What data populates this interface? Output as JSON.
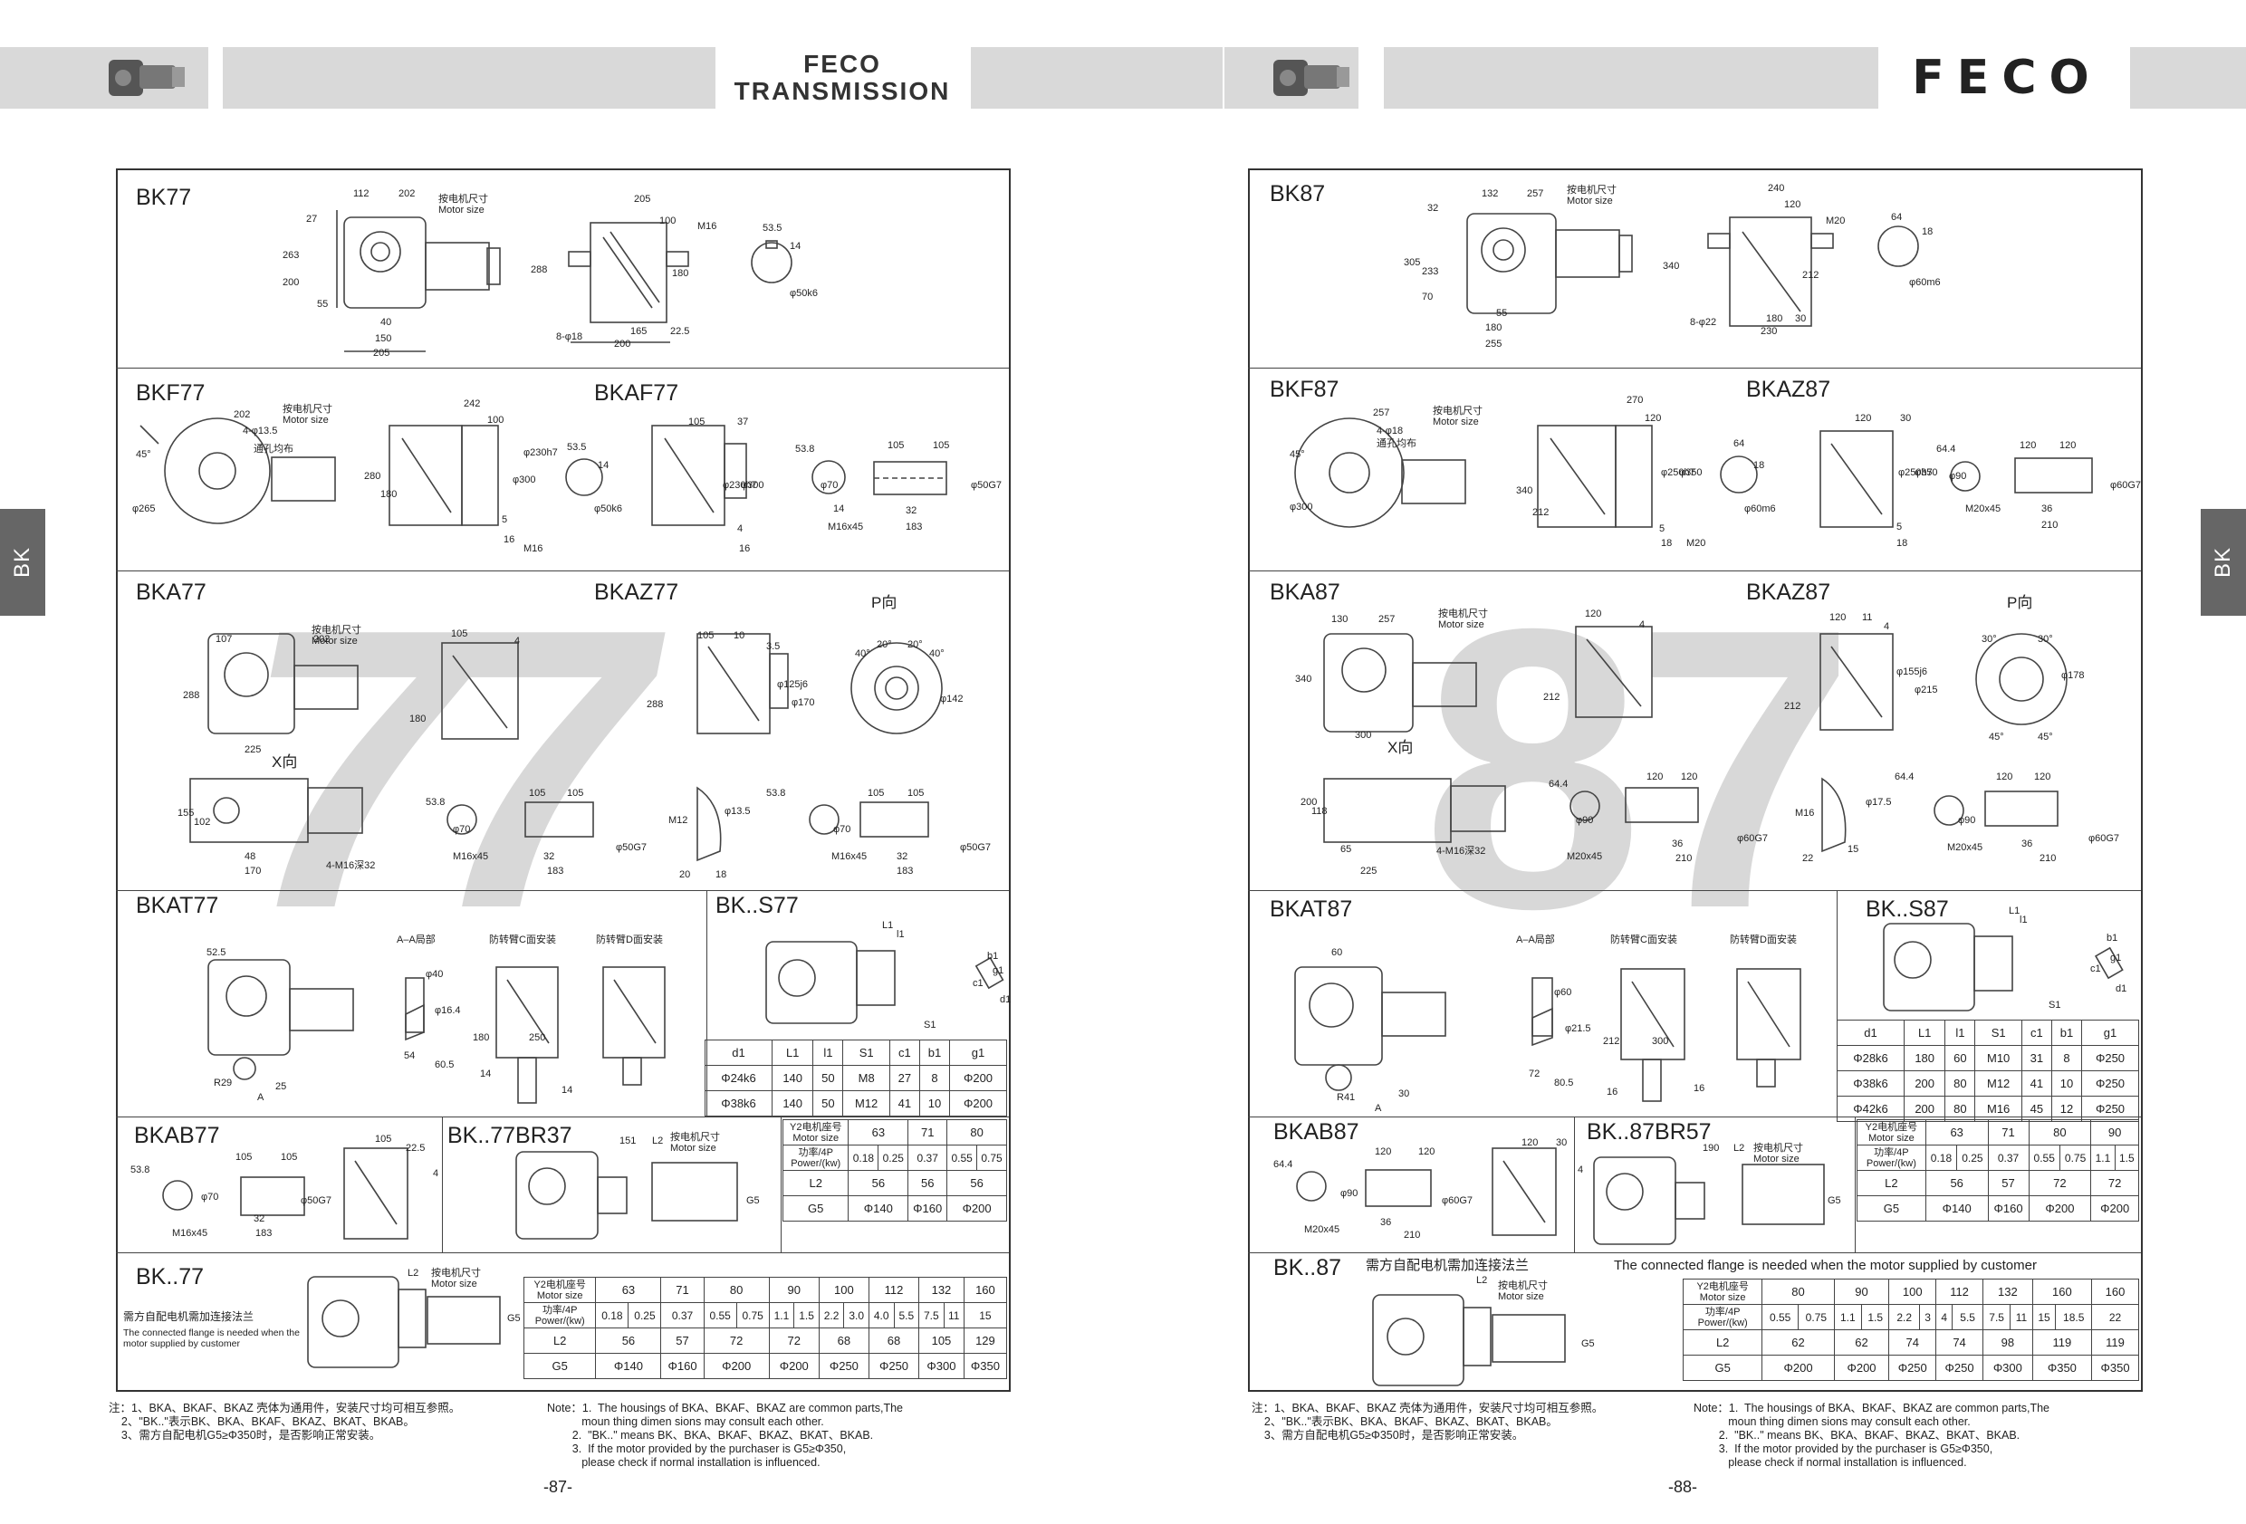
{
  "left_page": {
    "brand_line1": "FECO",
    "brand_line2": "TRANSMISSION",
    "side_tab": "BK",
    "watermark": "77",
    "page_number": "-87-",
    "sections": {
      "bk": "BK77",
      "bkf": "BKF77",
      "bkaf": "BKAF77",
      "bka": "BKA77",
      "bkaz": "BKAZ77",
      "bkat": "BKAT77",
      "bks": "BK..S77",
      "bkab": "BKAB77",
      "bkbr": "BK..77BR37",
      "bkplain": "BK..77"
    },
    "labels": {
      "motor_size_cn": "按电机尺寸",
      "motor_size_en": "Motor size",
      "p_dir": "P向",
      "x_dir": "X向",
      "aa_section": "A–A局部",
      "c_face": "防转臂C面安装",
      "d_face": "防转臂D面安装",
      "flange_cn": "需方自配电机需加连接法兰",
      "flange_en": "The connected flange is needed when the motor supplied by customer"
    },
    "dims": {
      "bk": [
        "112",
        "202",
        "27",
        "263",
        "200",
        "55",
        "40",
        "150",
        "205",
        "205",
        "100",
        "M16",
        "288",
        "180",
        "165",
        "22.5",
        "200",
        "8-φ18",
        "53.5",
        "14",
        "φ50k6"
      ],
      "bkf": [
        "202",
        "45°",
        "4-φ13.5",
        "通孔均布",
        "φ265",
        "242",
        "100",
        "280",
        "180",
        "φ300",
        "φ230h7",
        "5",
        "16",
        "M16",
        "53.5",
        "14",
        "φ50k6"
      ],
      "bkaf": [
        "105",
        "37",
        "φ230h7",
        "φ300",
        "4",
        "16",
        "53.8",
        "105",
        "105",
        "φ70",
        "14",
        "M16x45",
        "32",
        "183",
        "φ50G7"
      ],
      "bka": [
        "107",
        "202",
        "288",
        "225",
        "105",
        "4",
        "180",
        "155",
        "102",
        "48",
        "170",
        "4-M16深32",
        "53.8",
        "105",
        "105",
        "φ70",
        "M16x45",
        "32",
        "183",
        "φ50G7"
      ],
      "bkaz": [
        "105",
        "10",
        "3.5",
        "288",
        "φ125j6",
        "φ170",
        "40°",
        "20°",
        "20°",
        "40°",
        "φ142",
        "M12",
        "φ13.5",
        "20",
        "18",
        "53.8",
        "105",
        "105",
        "φ70",
        "M16x45",
        "32",
        "183",
        "φ50G7"
      ],
      "bkat": [
        "52.5",
        "φ40",
        "φ16.4",
        "180",
        "250",
        "54",
        "60.5",
        "14",
        "R29",
        "A",
        "25",
        "14"
      ],
      "bks": [
        "L1",
        "l1",
        "b1",
        "c1",
        "g1",
        "d1",
        "S1"
      ],
      "bkab": [
        "105",
        "105",
        "53.8",
        "φ70",
        "M16x45",
        "32",
        "183",
        "φ50G7",
        "105",
        "22.5",
        "4"
      ],
      "bkbr": [
        "151",
        "L2",
        "G5"
      ],
      "bkplain": [
        "L2",
        "G5"
      ]
    },
    "bks_table": {
      "headers": [
        "d1",
        "L1",
        "l1",
        "S1",
        "c1",
        "b1",
        "g1"
      ],
      "rows": [
        [
          "Φ24k6",
          "140",
          "50",
          "M8",
          "27",
          "8",
          "Φ200"
        ],
        [
          "Φ38k6",
          "140",
          "50",
          "M12",
          "41",
          "10",
          "Φ200"
        ]
      ]
    },
    "br_table": {
      "row_seat_label": "Y2电机座号\nMotor size",
      "seat": [
        "63",
        "71",
        "80"
      ],
      "row_power_label": "功率/4P\nPower/(kw)",
      "power": [
        "0.18",
        "0.25",
        "0.37",
        "0.55",
        "0.75"
      ],
      "l2_label": "L2",
      "l2": [
        "56",
        "56",
        "56"
      ],
      "g5_label": "G5",
      "g5": [
        "Φ140",
        "Φ160",
        "Φ200"
      ]
    },
    "plain_table": {
      "row_seat_label": "Y2电机座号\nMotor size",
      "seat": [
        "63",
        "71",
        "80",
        "90",
        "100",
        "112",
        "132",
        "160"
      ],
      "row_power_label": "功率/4P\nPower/(kw)",
      "power": [
        "0.18",
        "0.25",
        "0.37",
        "0.55",
        "0.75",
        "1.1",
        "1.5",
        "2.2",
        "3.0",
        "4.0",
        "5.5",
        "7.5",
        "11",
        "15"
      ],
      "l2_label": "L2",
      "l2": [
        "56",
        "57",
        "72",
        "72",
        "68",
        "68",
        "105",
        "129"
      ],
      "g5_label": "G5",
      "g5": [
        "Φ140",
        "Φ160",
        "Φ200",
        "Φ200",
        "Φ250",
        "Φ250",
        "Φ300",
        "Φ350"
      ]
    },
    "notes_cn": "注：1、BKA、BKAF、BKAZ 壳体为通用件，安装尺寸均可相互参照。\n    2、\"BK..\"表示BK、BKA、BKAF、BKAZ、BKAT、BKAB。\n    3、需方自配电机G5≥Φ350时，是否影响正常安装。",
    "notes_en": "Note：1.  The housings of BKA、BKAF、BKAZ are common parts,The\n           moun thing dimen sions may consult each other.\n        2.  \"BK..\" means BK、BKA、BKAF、BKAZ、BKAT、BKAB.\n        3.  If the motor provided by the purchaser is G5≥Φ350,\n           please check if normal installation is influenced."
  },
  "right_page": {
    "logo": "FECO",
    "side_tab": "BK",
    "watermark": "87",
    "page_number": "-88-",
    "sections": {
      "bk": "BK87",
      "bkf": "BKF87",
      "bkaz_top": "BKAZ87",
      "bka": "BKA87",
      "bkaz": "BKAZ87",
      "bkat": "BKAT87",
      "bks": "BK..S87",
      "bkab": "BKAB87",
      "bkbr": "BK..87BR57",
      "bkplain": "BK..87"
    },
    "labels": {
      "motor_size_cn": "按电机尺寸",
      "motor_size_en": "Motor size",
      "p_dir": "P向",
      "x_dir": "X向",
      "aa_section": "A–A局部",
      "c_face": "防转臂C面安装",
      "d_face": "防转臂D面安装",
      "flange_cn": "需方自配电机需加连接法兰",
      "flange_en": "The connected flange is needed when the motor supplied by customer"
    },
    "dims": {
      "bk": [
        "132",
        "257",
        "32",
        "305",
        "233",
        "70",
        "55",
        "180",
        "255",
        "240",
        "120",
        "M20",
        "340",
        "212",
        "180",
        "30",
        "230",
        "8-φ22",
        "64",
        "18",
        "φ60m6"
      ],
      "bkf": [
        "257",
        "45°",
        "4-φ18",
        "通孔均布",
        "φ300",
        "270",
        "120",
        "340",
        "212",
        "φ250h7",
        "φ350",
        "5",
        "18",
        "M20",
        "64",
        "18",
        "φ60m6"
      ],
      "bkaz_top": [
        "120",
        "30",
        "φ250h7",
        "φ350",
        "5",
        "18",
        "64.4",
        "120",
        "120",
        "φ90",
        "M20x45",
        "36",
        "210",
        "φ60G7"
      ],
      "bka": [
        "130",
        "257",
        "340",
        "300",
        "120",
        "4",
        "212",
        "200",
        "118",
        "65",
        "225",
        "4-M16深32",
        "64.4",
        "120",
        "120",
        "φ90",
        "M20x45",
        "36",
        "210",
        "φ60G7"
      ],
      "bkaz": [
        "120",
        "11",
        "4",
        "212",
        "φ155j6",
        "φ215",
        "30°",
        "30°",
        "φ178",
        "45°",
        "45°",
        "M16",
        "φ17.5",
        "22",
        "15",
        "64.4",
        "120",
        "120",
        "φ90",
        "M20x45",
        "36",
        "210",
        "φ60G7"
      ],
      "bkat": [
        "60",
        "φ60",
        "φ21.5",
        "212",
        "300",
        "72",
        "80.5",
        "16",
        "R41",
        "A",
        "30",
        "16"
      ],
      "bks": [
        "L1",
        "l1",
        "b1",
        "c1",
        "g1",
        "d1",
        "S1"
      ],
      "bkab": [
        "120",
        "120",
        "64.4",
        "φ90",
        "M20x45",
        "36",
        "210",
        "φ60G7",
        "120",
        "30",
        "4"
      ],
      "bkbr": [
        "190",
        "L2",
        "G5"
      ],
      "bkplain": [
        "L2",
        "G5"
      ]
    },
    "bks_table": {
      "headers": [
        "d1",
        "L1",
        "l1",
        "S1",
        "c1",
        "b1",
        "g1"
      ],
      "rows": [
        [
          "Φ28k6",
          "180",
          "60",
          "M10",
          "31",
          "8",
          "Φ250"
        ],
        [
          "Φ38k6",
          "200",
          "80",
          "M12",
          "41",
          "10",
          "Φ250"
        ],
        [
          "Φ42k6",
          "200",
          "80",
          "M16",
          "45",
          "12",
          "Φ250"
        ]
      ]
    },
    "br_table": {
      "row_seat_label": "Y2电机座号\nMotor size",
      "seat": [
        "63",
        "71",
        "80",
        "90"
      ],
      "row_power_label": "功率/4P\nPower/(kw)",
      "power": [
        "0.18",
        "0.25",
        "0.37",
        "0.55",
        "0.75",
        "1.1",
        "1.5"
      ],
      "l2_label": "L2",
      "l2": [
        "56",
        "57",
        "72",
        "72"
      ],
      "g5_label": "G5",
      "g5": [
        "Φ140",
        "Φ160",
        "Φ200",
        "Φ200"
      ]
    },
    "plain_table": {
      "row_seat_label": "Y2电机座号\nMotor size",
      "seat": [
        "80",
        "90",
        "100",
        "112",
        "132",
        "160",
        "160"
      ],
      "row_power_label": "功率/4P\nPower/(kw)",
      "power": [
        "0.55",
        "0.75",
        "1.1",
        "1.5",
        "2.2",
        "3",
        "4",
        "5.5",
        "7.5",
        "11",
        "15",
        "18.5",
        "22"
      ],
      "l2_label": "L2",
      "l2": [
        "62",
        "62",
        "74",
        "74",
        "98",
        "119",
        "119"
      ],
      "g5_label": "G5",
      "g5": [
        "Φ200",
        "Φ200",
        "Φ250",
        "Φ250",
        "Φ300",
        "Φ350",
        "Φ350"
      ]
    },
    "notes_cn": "注：1、BKA、BKAF、BKAZ 壳体为通用件，安装尺寸均可相互参照。\n    2、\"BK..\"表示BK、BKA、BKAF、BKAZ、BKAT、BKAB。\n    3、需方自配电机G5≥Φ350时，是否影响正常安装。",
    "notes_en": "Note：1.  The housings of BKA、BKAF、BKAZ are common parts,The\n           moun thing dimen sions may consult each other.\n        2.  \"BK..\" means BK、BKA、BKAF、BKAZ、BKAT、BKAB.\n        3.  If the motor provided by the purchaser is G5≥Φ350,\n           please check if normal installation is influenced."
  }
}
